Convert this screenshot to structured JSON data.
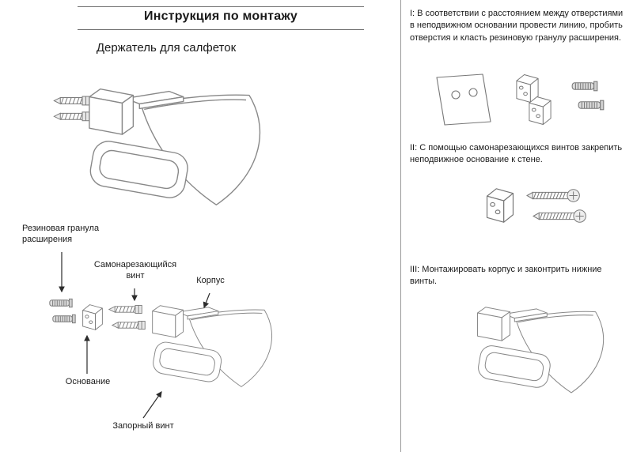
{
  "header": {
    "title": "Инструкция по монтажу",
    "subtitle": "Держатель для салфеток"
  },
  "exploded_labels": {
    "rubber_granule": "Резиновая гранула расширения",
    "self_tapping_screw": "Самонарезающийся винт",
    "body": "Корпус",
    "base": "Основание",
    "locking_screw": "Запорный винт"
  },
  "steps": [
    {
      "num": "I",
      "text": "I: В соответствии с расстоянием между отверстиями в неподвижном основании провести линию, пробить отверстия и класть резиновую гранулу расширения."
    },
    {
      "num": "II",
      "text": "II: С помощью самонарезающихся винтов закрепить неподвижное основание к стене."
    },
    {
      "num": "III",
      "text": "III: Монтажировать корпус и законтрить нижние винты."
    }
  ],
  "colors": {
    "line_art": "#888888",
    "text": "#1a1a1a",
    "divider": "#9a9a9a"
  }
}
